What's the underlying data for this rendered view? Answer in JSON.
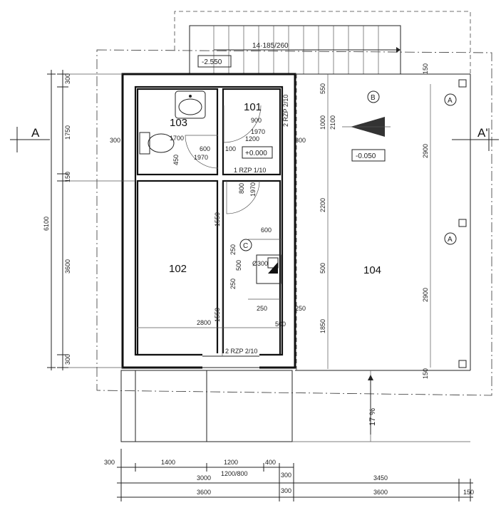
{
  "stairs": {
    "label": "14·185/260"
  },
  "levels": {
    "outside": "-2.550",
    "room_104": "-0.050",
    "room_101": "+0.000"
  },
  "rooms": {
    "r101": "101",
    "r102": "102",
    "r103": "103",
    "r104": "104"
  },
  "section": {
    "left": "A",
    "right": "A'"
  },
  "markers": {
    "b": "B",
    "c": "C",
    "a_top": "A",
    "a_mid": "A"
  },
  "doors": {
    "d_101_w": "900",
    "d_101_h": "1970",
    "d_103_w": "600",
    "d_103_h": "1970",
    "d_102_w": "800",
    "d_102_h": "1970"
  },
  "openings": {
    "rzp_101": "2 RZP 2/10",
    "rzp_hall": "1 RZP 1/10",
    "rzp_102": "2 RZP 2/10"
  },
  "slope": "17 %",
  "chimney": "Ø300",
  "dims": {
    "left": [
      "300",
      "1750",
      "150",
      "3600",
      "300"
    ],
    "left_total": "6100",
    "right_outer": [
      "150",
      "2900",
      "2900",
      "150"
    ],
    "room104": [
      "550",
      "1000",
      "2100",
      "2200",
      "500",
      "1850"
    ],
    "room101_1200": "1200",
    "r103": [
      "1700",
      "300",
      "450",
      "100",
      "300"
    ],
    "hall_1550a": "1550",
    "hall_1550b": "1550",
    "hall_600": "600",
    "chimney_a": [
      "250",
      "500",
      "250"
    ],
    "chimney_b": [
      "250",
      "250",
      "500"
    ],
    "room102_2800": "2800",
    "bottom_row1": [
      "300",
      "1400",
      "1200",
      "400"
    ],
    "bottom_row1_note": "1200/800",
    "bottom_row2": [
      "3000",
      "300",
      "3450"
    ],
    "bottom_row3": [
      "3600",
      "300",
      "3600",
      "150"
    ]
  }
}
